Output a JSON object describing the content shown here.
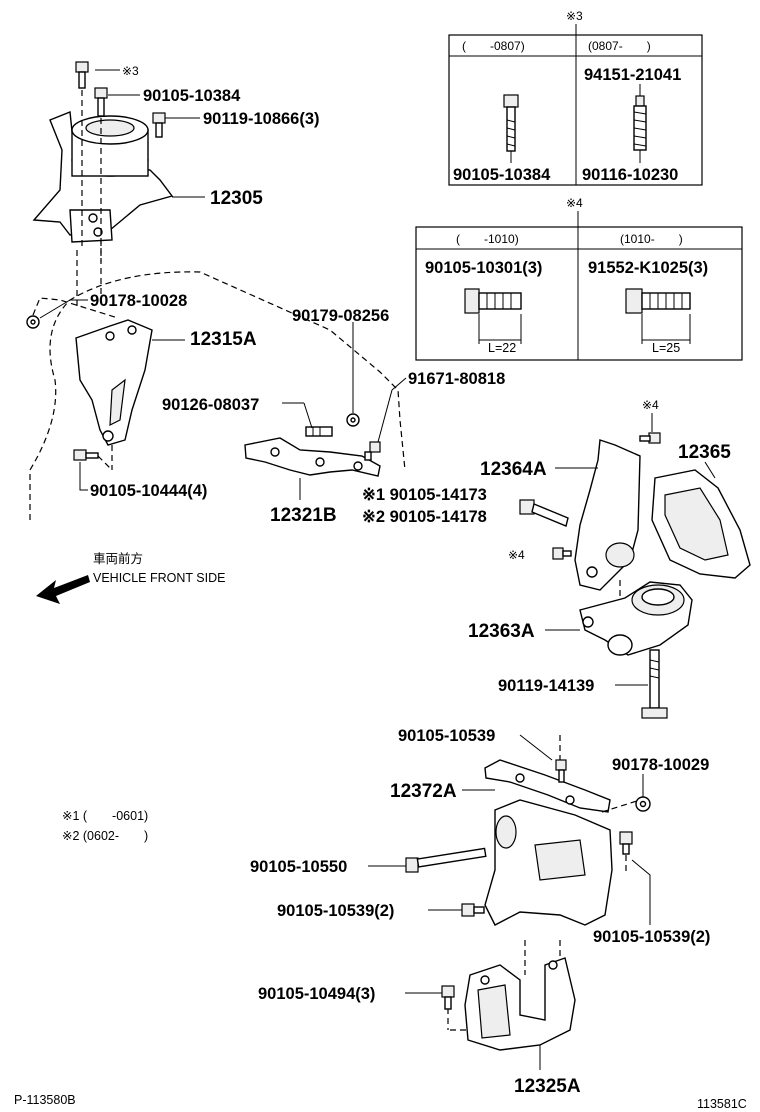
{
  "footer": {
    "left_code": "P-113580B",
    "right_code": "113581C"
  },
  "note_3": {
    "mark": "※3",
    "col1_range": "(　　-0807)",
    "col2_range": "(0807-　　)",
    "col2_top_part": "94151-21041",
    "col1_bottom_part": "90105-10384",
    "col2_bottom_part": "90116-10230"
  },
  "note_4": {
    "mark": "※4",
    "col1_range": "(　　-1010)",
    "col2_range": "(1010-　　)",
    "col1_part": "90105-10301(3)",
    "col2_part": "91552-K1025(3)",
    "col1_length": "L=22",
    "col2_length": "L=25"
  },
  "direction": {
    "jp": "車両前方",
    "en": "VEHICLE FRONT SIDE"
  },
  "footnotes": {
    "n1": "※1 (　　-0601)",
    "n2": "※2 (0602-　　)"
  },
  "labels": {
    "mark3": "※3",
    "p_90105_10384": "90105-10384",
    "p_90119_10866": "90119-10866(3)",
    "p_12305": "12305",
    "p_90178_10028": "90178-10028",
    "p_12315A": "12315A",
    "p_90179_08256": "90179-08256",
    "p_91671_80818": "91671-80818",
    "p_90126_08037": "90126-08037",
    "p_90105_10444": "90105-10444(4)",
    "p_12321B": "12321B",
    "p_90105_14173": "※1 90105-14173",
    "p_90105_14178": "※2 90105-14178",
    "mark4a": "※4",
    "mark4b": "※4",
    "p_12364A": "12364A",
    "p_12365": "12365",
    "p_12363A": "12363A",
    "p_90119_14139": "90119-14139",
    "p_90105_10539a": "90105-10539",
    "p_90178_10029": "90178-10029",
    "p_12372A": "12372A",
    "p_90105_10550": "90105-10550",
    "p_90105_10539b": "90105-10539(2)",
    "p_90105_10539c": "90105-10539(2)",
    "p_90105_10494": "90105-10494(3)",
    "p_12325A": "12325A"
  }
}
